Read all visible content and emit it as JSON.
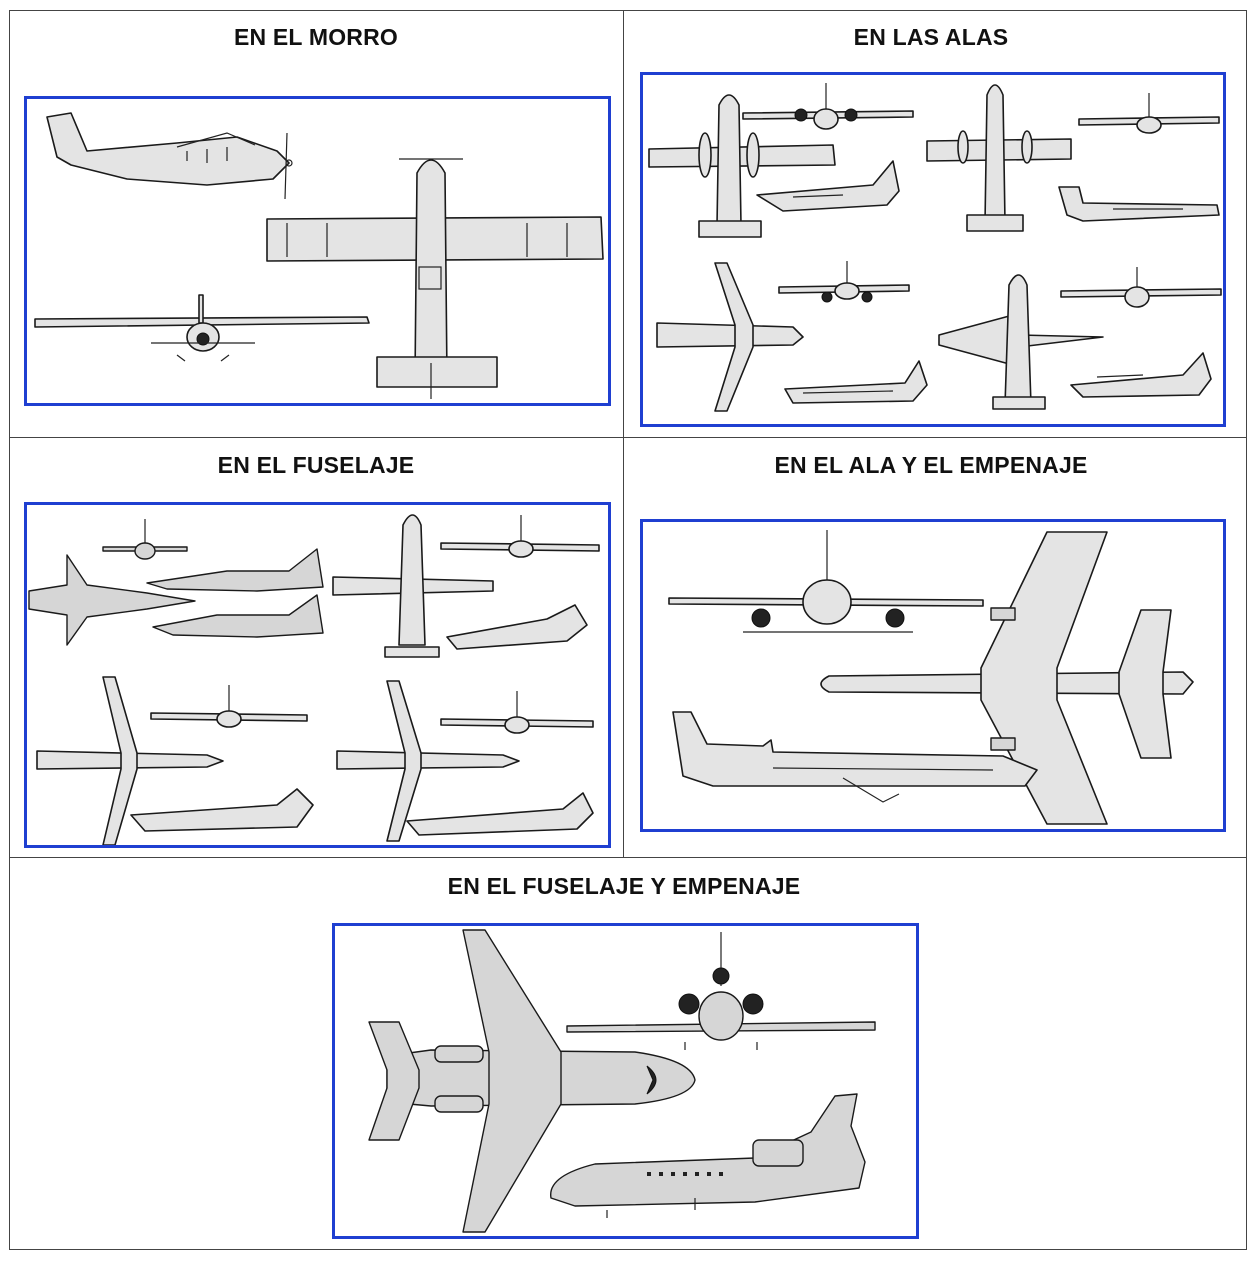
{
  "panels": [
    {
      "id": "morro",
      "title": "EN EL MORRO"
    },
    {
      "id": "alas",
      "title": "EN LAS ALAS"
    },
    {
      "id": "fuselaje",
      "title": "EN EL FUSELAJE"
    },
    {
      "id": "ala_empenaje",
      "title": "EN EL ALA Y EL EMPENAJE"
    },
    {
      "id": "fuselaje_empenaje",
      "title": "EN EL FUSELAJE Y EMPENAJE"
    }
  ],
  "colors": {
    "frame": "#1f3fd1",
    "grid": "#444444",
    "aircraft_fill": "#e4e4e4"
  },
  "icons": [
    "single-engine-aircraft-icon",
    "turboprop-aircraft-icon",
    "jet-aircraft-icon",
    "trijet-aircraft-icon",
    "business-jet-icon"
  ]
}
